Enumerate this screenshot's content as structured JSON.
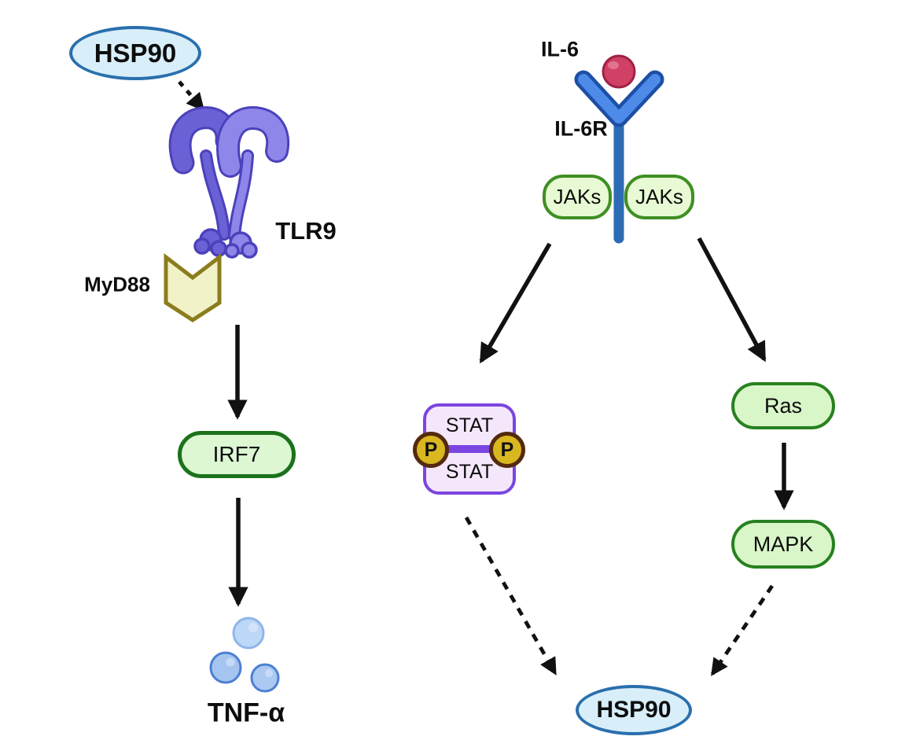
{
  "diagram": {
    "title": "HSP90 / TLR9 and IL-6 signaling pathway diagram",
    "background_color": "#ffffff",
    "left_pathway": {
      "hsp90": {
        "label": "HSP90",
        "fill": "#d8eef9",
        "border": "#2a6fad"
      },
      "tlr9": {
        "label": "TLR9",
        "fill_dark": "#6a61d6",
        "fill_light": "#8e86e9",
        "outline": "#4b42bb"
      },
      "myd88": {
        "label": "MyD88",
        "fill": "#f1f2c8",
        "border": "#8b7d1d"
      },
      "irf7": {
        "label": "IRF7",
        "fill": "#dcf7d2",
        "border": "#1b721b"
      },
      "tnf": {
        "label": "TNF-α",
        "ball_fill": "#a5c5f0",
        "ball_fill_light": "#bdd8f6",
        "ball_border": "#4c80d2"
      }
    },
    "right_pathway": {
      "il6": {
        "label": "IL-6",
        "fill": "#d14065",
        "border": "#9e2144"
      },
      "il6r": {
        "label": "IL-6R",
        "arm_fill": "#4e8be9",
        "arm_outline": "#1d4fa6",
        "stem_fill": "#2d6bb5"
      },
      "jaks_left": {
        "label": "JAKs"
      },
      "jaks_right": {
        "label": "JAKs"
      },
      "jaks_style": {
        "fill": "#e7fad4",
        "border": "#3f8f23"
      },
      "stat": {
        "label_top": "STAT",
        "label_bottom": "STAT",
        "fill": "#f5e7fb",
        "border": "#7a45e0"
      },
      "phospho_left": {
        "label": "P"
      },
      "phospho_right": {
        "label": "P"
      },
      "phospho_style": {
        "fill": "#d9b720",
        "border": "#542a0e"
      },
      "ras": {
        "label": "Ras",
        "fill": "#d9f6c9",
        "border": "#27811f"
      },
      "mapk": {
        "label": "MAPK",
        "fill": "#d9f6c9",
        "border": "#27811f"
      },
      "hsp90": {
        "label": "HSP90",
        "fill": "#d8eef9",
        "border": "#2a6fad"
      }
    },
    "edges": [
      {
        "from": "HSP90",
        "to": "TLR9",
        "style": "dashed"
      },
      {
        "from": "TLR9/MyD88",
        "to": "IRF7",
        "style": "solid"
      },
      {
        "from": "IRF7",
        "to": "TNF-α",
        "style": "solid"
      },
      {
        "from": "IL-6R/JAKs",
        "to": "STAT dimer",
        "style": "solid"
      },
      {
        "from": "IL-6R/JAKs",
        "to": "Ras",
        "style": "solid"
      },
      {
        "from": "Ras",
        "to": "MAPK",
        "style": "solid"
      },
      {
        "from": "STAT dimer",
        "to": "HSP90",
        "style": "dashed"
      },
      {
        "from": "MAPK",
        "to": "HSP90",
        "style": "dashed"
      }
    ],
    "arrow_color": "#111111"
  }
}
